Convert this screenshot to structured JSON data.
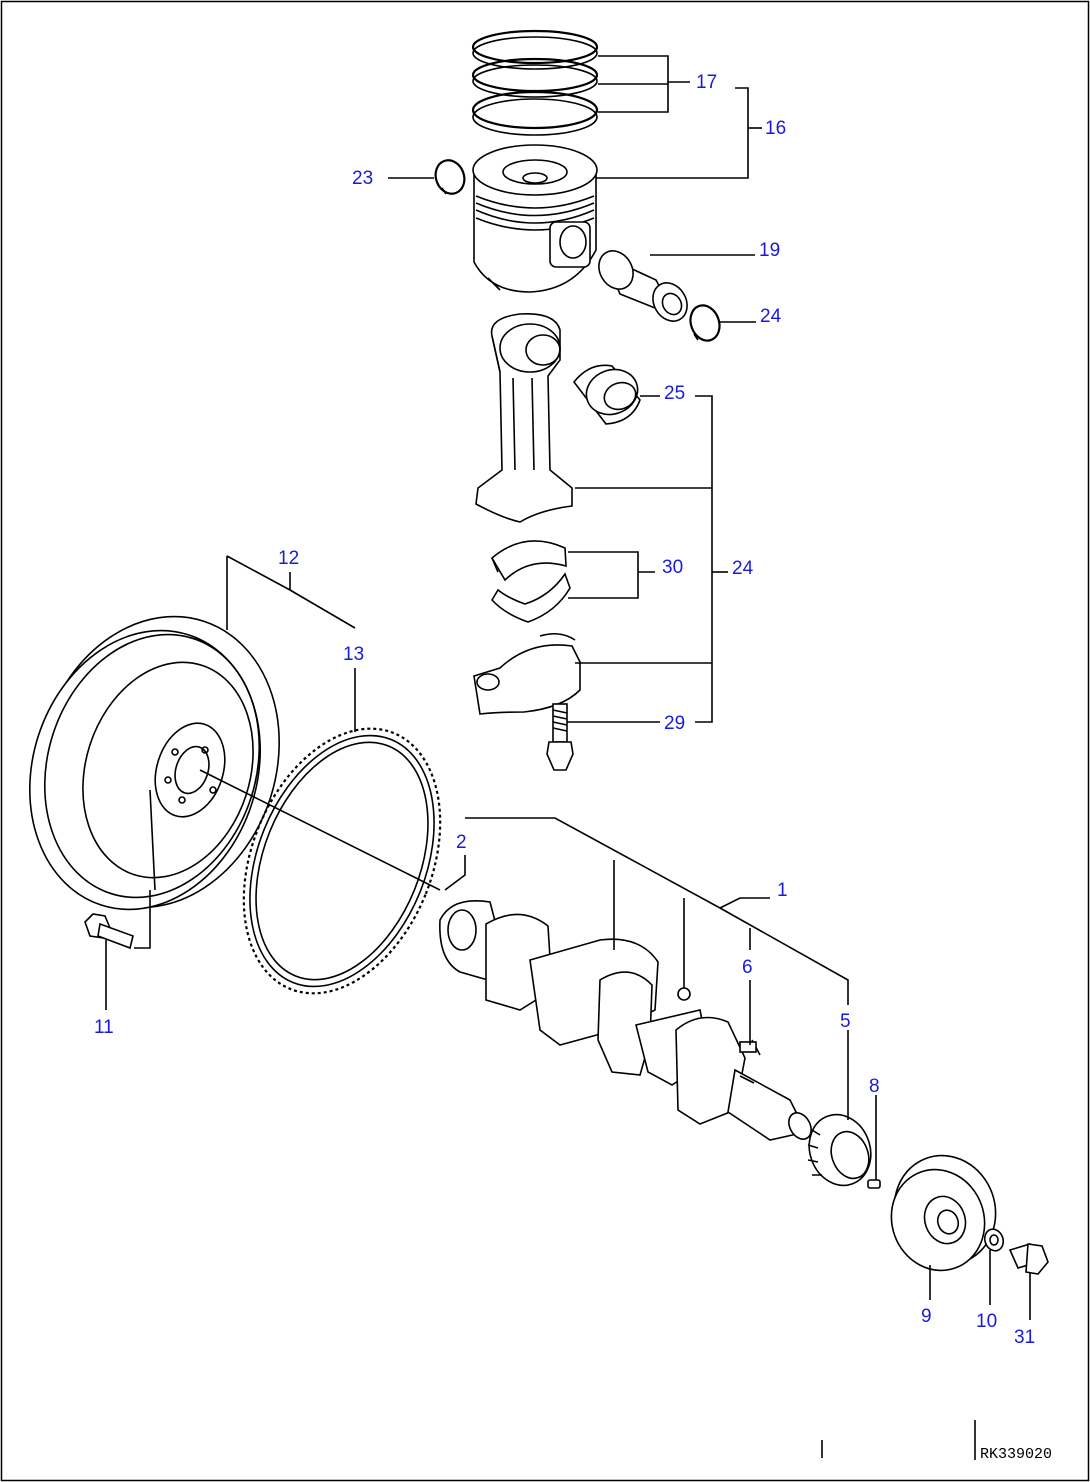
{
  "callouts": [
    {
      "id": "1",
      "text": "1"
    },
    {
      "id": "2",
      "text": "2"
    },
    {
      "id": "5",
      "text": "5"
    },
    {
      "id": "6",
      "text": "6"
    },
    {
      "id": "8",
      "text": "8"
    },
    {
      "id": "9",
      "text": "9"
    },
    {
      "id": "10",
      "text": "10"
    },
    {
      "id": "11",
      "text": "11"
    },
    {
      "id": "12",
      "text": "12"
    },
    {
      "id": "13",
      "text": "13"
    },
    {
      "id": "16",
      "text": "16"
    },
    {
      "id": "17",
      "text": "17"
    },
    {
      "id": "19",
      "text": "19"
    },
    {
      "id": "23",
      "text": "23"
    },
    {
      "id": "24a",
      "text": "24"
    },
    {
      "id": "24b",
      "text": "24"
    },
    {
      "id": "25",
      "text": "25"
    },
    {
      "id": "29",
      "text": "29"
    },
    {
      "id": "30",
      "text": "30"
    },
    {
      "id": "31",
      "text": "31"
    }
  ],
  "drawing_code": "RK339020",
  "colors": {
    "callout": "#1a1adb",
    "line": "#000000",
    "background": "#ffffff"
  }
}
